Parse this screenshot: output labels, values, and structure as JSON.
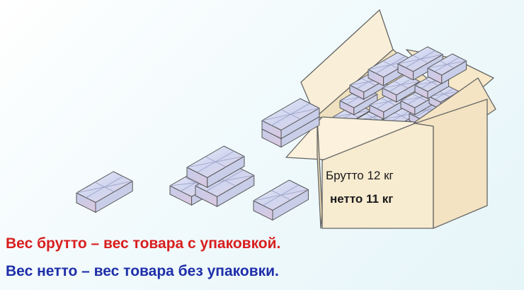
{
  "box_label": {
    "gross": "Брутто 12 кг",
    "net": "нетто 11 кг"
  },
  "definitions": {
    "gross": "Вес брутто – вес товара с упаковкой.",
    "net": "Вес нетто – вес товара без упаковки."
  },
  "colors": {
    "gross_text": "#d81e1e",
    "net_text": "#1e2fa8",
    "cardboard": "#f8ecd0",
    "package_face": "#d4d9f0"
  }
}
